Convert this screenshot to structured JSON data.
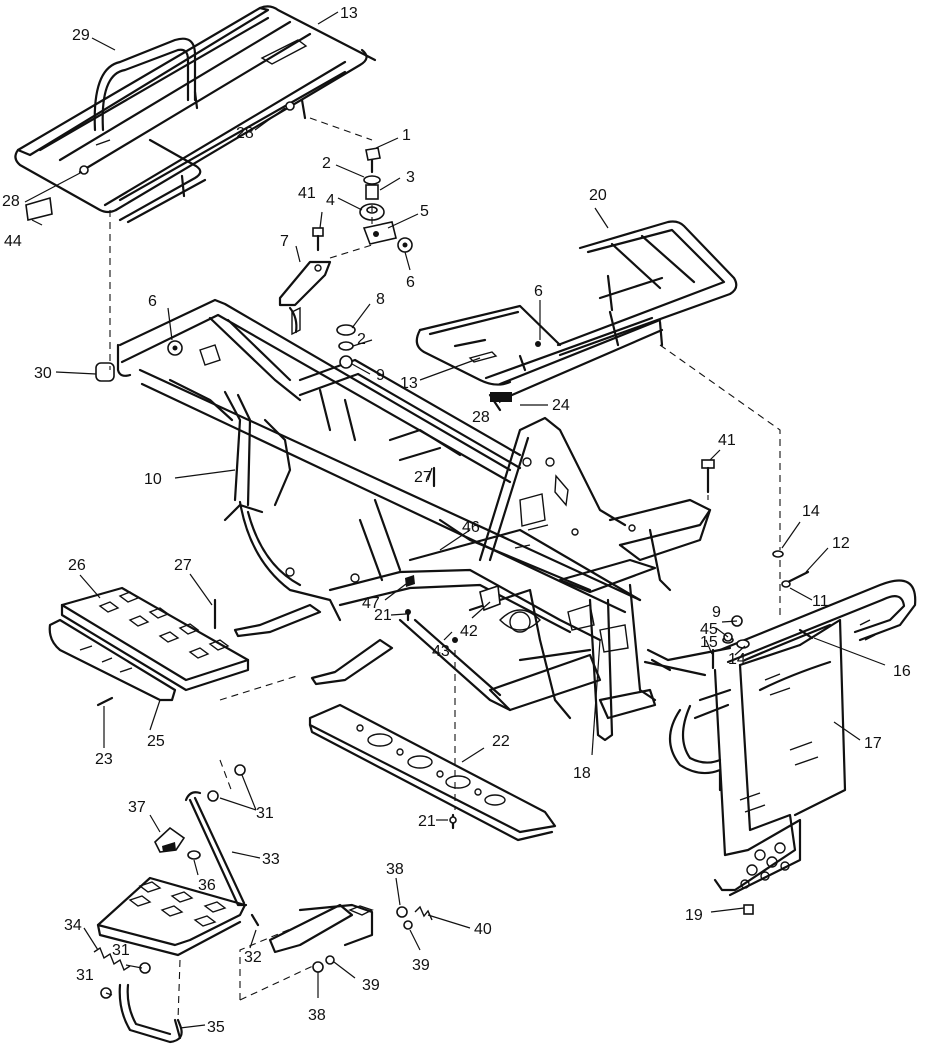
{
  "diagram": {
    "callouts": [
      {
        "id": "c1",
        "text": "1"
      },
      {
        "id": "c2a",
        "text": "2"
      },
      {
        "id": "c2b",
        "text": "2"
      },
      {
        "id": "c3",
        "text": "3"
      },
      {
        "id": "c4",
        "text": "4"
      },
      {
        "id": "c5",
        "text": "5"
      },
      {
        "id": "c6a",
        "text": "6"
      },
      {
        "id": "c6b",
        "text": "6"
      },
      {
        "id": "c6c",
        "text": "6"
      },
      {
        "id": "c7",
        "text": "7"
      },
      {
        "id": "c8",
        "text": "8"
      },
      {
        "id": "c9a",
        "text": "9"
      },
      {
        "id": "c9b",
        "text": "9"
      },
      {
        "id": "c10",
        "text": "10"
      },
      {
        "id": "c11",
        "text": "11"
      },
      {
        "id": "c12",
        "text": "12"
      },
      {
        "id": "c13a",
        "text": "13"
      },
      {
        "id": "c13b",
        "text": "13"
      },
      {
        "id": "c14a",
        "text": "14"
      },
      {
        "id": "c14b",
        "text": "14"
      },
      {
        "id": "c15",
        "text": "15"
      },
      {
        "id": "c16",
        "text": "16"
      },
      {
        "id": "c17",
        "text": "17"
      },
      {
        "id": "c18",
        "text": "18"
      },
      {
        "id": "c19",
        "text": "19"
      },
      {
        "id": "c20",
        "text": "20"
      },
      {
        "id": "c21a",
        "text": "21"
      },
      {
        "id": "c21b",
        "text": "21"
      },
      {
        "id": "c22",
        "text": "22"
      },
      {
        "id": "c23",
        "text": "23"
      },
      {
        "id": "c24",
        "text": "24"
      },
      {
        "id": "c25",
        "text": "25"
      },
      {
        "id": "c26",
        "text": "26"
      },
      {
        "id": "c27a",
        "text": "27"
      },
      {
        "id": "c27b",
        "text": "27"
      },
      {
        "id": "c28a",
        "text": "28"
      },
      {
        "id": "c28b",
        "text": "28"
      },
      {
        "id": "c28c",
        "text": "28"
      },
      {
        "id": "c29",
        "text": "29"
      },
      {
        "id": "c30",
        "text": "30"
      },
      {
        "id": "c31a",
        "text": "31"
      },
      {
        "id": "c31b",
        "text": "31"
      },
      {
        "id": "c31c",
        "text": "31"
      },
      {
        "id": "c32",
        "text": "32"
      },
      {
        "id": "c33",
        "text": "33"
      },
      {
        "id": "c34",
        "text": "34"
      },
      {
        "id": "c35",
        "text": "35"
      },
      {
        "id": "c36",
        "text": "36"
      },
      {
        "id": "c37",
        "text": "37"
      },
      {
        "id": "c38a",
        "text": "38"
      },
      {
        "id": "c38b",
        "text": "38"
      },
      {
        "id": "c39a",
        "text": "39"
      },
      {
        "id": "c39b",
        "text": "39"
      },
      {
        "id": "c40",
        "text": "40"
      },
      {
        "id": "c41a",
        "text": "41"
      },
      {
        "id": "c41b",
        "text": "41"
      },
      {
        "id": "c42",
        "text": "42"
      },
      {
        "id": "c43",
        "text": "43"
      },
      {
        "id": "c44",
        "text": "44"
      },
      {
        "id": "c45",
        "text": "45"
      },
      {
        "id": "c46",
        "text": "46"
      },
      {
        "id": "c47",
        "text": "47"
      }
    ]
  }
}
